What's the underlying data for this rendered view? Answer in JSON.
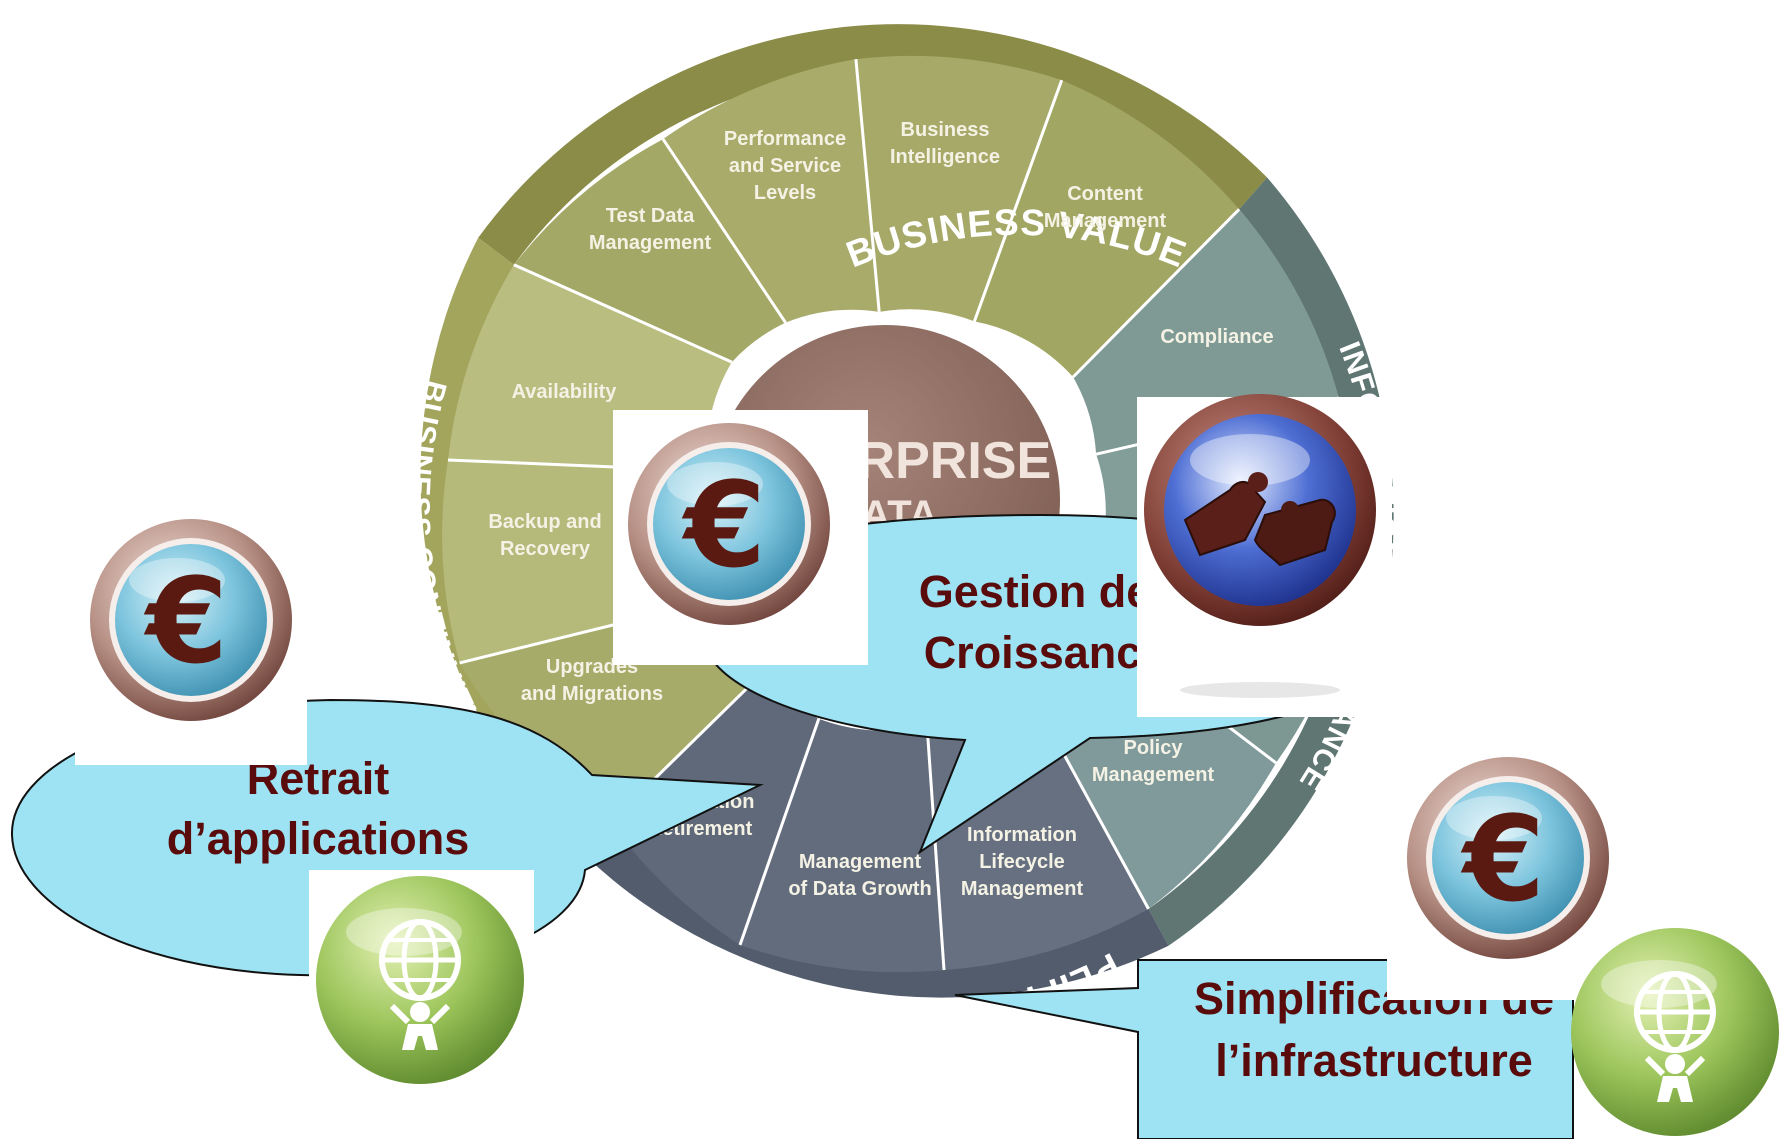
{
  "diagram": {
    "rings": {
      "business_value": "BUSINESS VALUE",
      "business_continuity": "BUSINESS CONTINUITY",
      "simplification": "SIMPLIFICATION OF INFRASTRUCTURE",
      "information_governance": "INFORMATION GOVERNANCE"
    },
    "segments": {
      "test_data_management": [
        "Test Data",
        "Management"
      ],
      "performance_service_levels": [
        "Performance",
        "and Service",
        "Levels"
      ],
      "business_intelligence": [
        "Business",
        "Intelligence"
      ],
      "content_management": [
        "Content",
        "Management"
      ],
      "compliance": [
        "Compliance"
      ],
      "availability": [
        "Availability"
      ],
      "backup_recovery": [
        "Backup and",
        "Recovery"
      ],
      "upgrades_migrations": [
        "Upgrades",
        "and Migrations"
      ],
      "application_retirement": [
        "Application",
        "Retirement"
      ],
      "management_data_growth": [
        "Management",
        "of Data Growth"
      ],
      "information_lifecycle": [
        "Information",
        "Lifecycle",
        "Management"
      ],
      "policy_management": [
        "Policy",
        "Management"
      ]
    },
    "core": {
      "line1": "ENTERPRISE",
      "line2": "DATA"
    }
  },
  "callouts": {
    "retrait": [
      "Retrait",
      "d’applications"
    ],
    "gestion": [
      "Gestion de la",
      "Croissance"
    ],
    "simplification": [
      "Simplification de",
      "l’infrastructure"
    ]
  },
  "icons": {
    "euro_glyph": "€",
    "euro": "euro-coin-icon",
    "puzzle": "puzzle-globe-icon",
    "globe": "globe-carrier-icon"
  },
  "colors": {
    "business_value": "#a4a866",
    "business_value_dark": "#8a8a45",
    "business_continuity": "#b7bb7a",
    "governance": "#7f9a95",
    "governance_dark": "#5f7672",
    "simplification": "#636c7b",
    "simplification_dark": "#556070",
    "core": "#8d6a60",
    "callout_fill": "#9ee3f3",
    "callout_text": "#5a0b0b"
  }
}
